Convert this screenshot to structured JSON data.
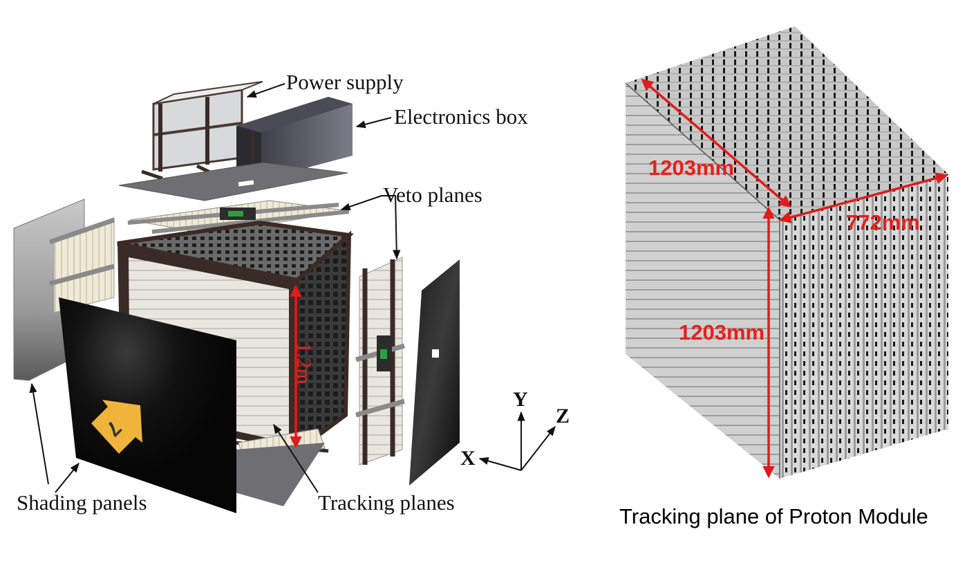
{
  "left_diagram": {
    "labels": {
      "power_supply": "Power supply",
      "electronics_box": "Electronics box",
      "veto_planes": "Veto planes",
      "shading_panels": "Shading panels",
      "tracking_planes": "Tracking planes",
      "height": "1.2m",
      "panel_number": "7"
    },
    "axes": {
      "x": "X",
      "y": "Y",
      "z": "Z"
    }
  },
  "right_diagram": {
    "dimensions": {
      "top_depth": "1203mm",
      "width": "772mm",
      "height": "1203mm"
    },
    "caption": "Tracking plane of Proton Module"
  },
  "colors": {
    "dimension_red": "#e01b1b",
    "frame_dark": "#3a2b25",
    "panel_black": "#0c0c0c",
    "arrow_badge": "#f0b43a"
  }
}
